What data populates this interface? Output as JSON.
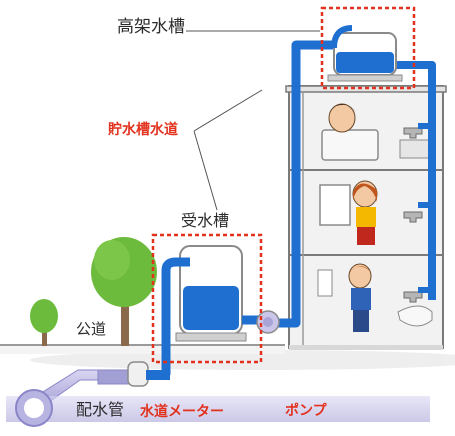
{
  "labels": {
    "elevated_tank": "高架水槽",
    "tank_water_supply": "貯水槽水道",
    "receiving_tank": "受水槽",
    "public_road": "公道",
    "distribution_pipe": "配水管",
    "water_meter": "水道メーター",
    "pump": "ポンプ"
  },
  "colors": {
    "water_blue": "#1f6fd1",
    "pipe_purple": "#8a86c8",
    "highlight_red": "#e2321e",
    "tree_green": "#5fae2e",
    "wall_gray": "#f2f2f2",
    "outline_gray": "#7a7a7a"
  }
}
